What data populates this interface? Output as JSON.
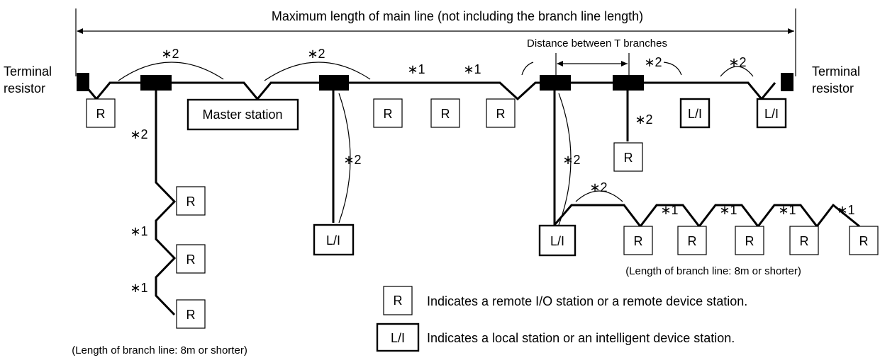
{
  "title": "Maximum length of main line (not including the branch line length)",
  "t_branch_distance_label": "Distance between T branches",
  "terminal_resistor_left": [
    "Terminal",
    "resistor"
  ],
  "terminal_resistor_right": [
    "Terminal",
    "resistor"
  ],
  "master_station_label": "Master station",
  "remote_label": "R",
  "local_label": "L/I",
  "star1": "∗1",
  "star2": "∗2",
  "branch_note_left": "(Length of branch line: 8m or shorter)",
  "branch_note_right": "(Length of branch line: 8m or shorter)",
  "legend": {
    "r_symbol": "R",
    "r_text": "Indicates a remote I/O station or a remote device station.",
    "li_symbol": "L/I",
    "li_text": "Indicates a local station or an intelligent device station."
  }
}
